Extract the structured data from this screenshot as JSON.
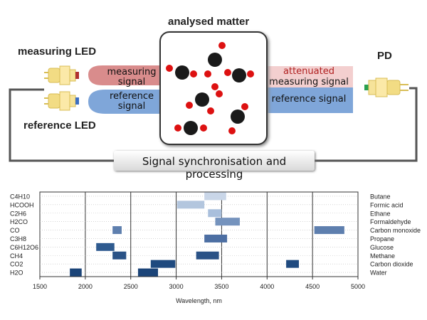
{
  "diagram": {
    "title": "analysed matter",
    "measuring_led": "measuring LED",
    "reference_led": "reference LED",
    "pd": "PD",
    "measuring_signal": "measuring signal",
    "reference_signal_left": "reference signal",
    "attenuated": "attenuated",
    "measuring_signal_right": "measuring signal",
    "reference_signal_right": "reference signal",
    "sync": "Signal synchronisation and processing",
    "colors": {
      "measuring": "#d98c8c",
      "reference": "#7fa6d9",
      "attenuated_bg": "#f3cfcf",
      "attenuated_text": "#b02020",
      "molecule_dark": "#1a1a1a",
      "molecule_red": "#dd1111"
    }
  },
  "chart_data": {
    "type": "bar",
    "subtype": "horizontal-range",
    "xlabel": "Wavelength, nm",
    "xlim": [
      1500,
      5000
    ],
    "xticks": [
      1500,
      2000,
      2500,
      3000,
      3500,
      4000,
      4500,
      5000
    ],
    "grid": true,
    "series": [
      {
        "formula": "C4H10",
        "name": "Butane",
        "bands": [
          [
            3310,
            3550
          ]
        ],
        "color": "#c9d6e8"
      },
      {
        "formula": "HCOOH",
        "name": "Formic acid",
        "bands": [
          [
            3010,
            3310
          ]
        ],
        "color": "#b3c6de"
      },
      {
        "formula": "C2H6",
        "name": "Ethane",
        "bands": [
          [
            3350,
            3500
          ]
        ],
        "color": "#a9bfdc"
      },
      {
        "formula": "H2CO",
        "name": "Formaldehyde",
        "bands": [
          [
            3430,
            3700
          ]
        ],
        "color": "#7593bd"
      },
      {
        "formula": "CO",
        "name": "Carbon monoxide",
        "bands": [
          [
            2300,
            2400
          ],
          [
            4520,
            4850
          ]
        ],
        "color": "#5e7fae"
      },
      {
        "formula": "C3H8",
        "name": "Propane",
        "bands": [
          [
            3310,
            3560
          ]
        ],
        "color": "#4d6fa3"
      },
      {
        "formula": "C6H12O6",
        "name": "Glucose",
        "bands": [
          [
            2120,
            2320
          ]
        ],
        "color": "#2e5a8f"
      },
      {
        "formula": "CH4",
        "name": "Methane",
        "bands": [
          [
            2300,
            2450
          ],
          [
            3220,
            3470
          ]
        ],
        "color": "#2a5286"
      },
      {
        "formula": "CO2",
        "name": "Carbon dioxide",
        "bands": [
          [
            2720,
            2990
          ],
          [
            4210,
            4350
          ]
        ],
        "color": "#1f4a7f"
      },
      {
        "formula": "H2O",
        "name": "Water",
        "bands": [
          [
            1830,
            1960
          ],
          [
            2580,
            2800
          ]
        ],
        "color": "#1b4478"
      }
    ]
  }
}
